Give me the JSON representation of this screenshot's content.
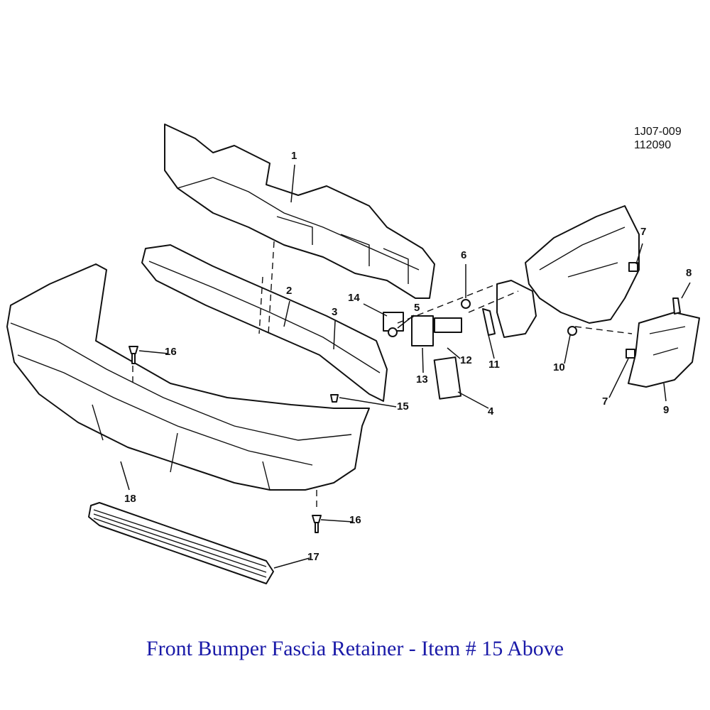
{
  "diagram": {
    "code_line1": "1J07-009",
    "code_line2": "112090",
    "caption": "Front Bumper Fascia Retainer - Item # 15 Above",
    "caption_color": "#1a1aa8",
    "callouts": [
      "1",
      "2",
      "3",
      "14",
      "5",
      "6",
      "7",
      "8",
      "9",
      "7",
      "10",
      "11",
      "12",
      "13",
      "4",
      "15",
      "16",
      "16",
      "17",
      "18"
    ]
  }
}
